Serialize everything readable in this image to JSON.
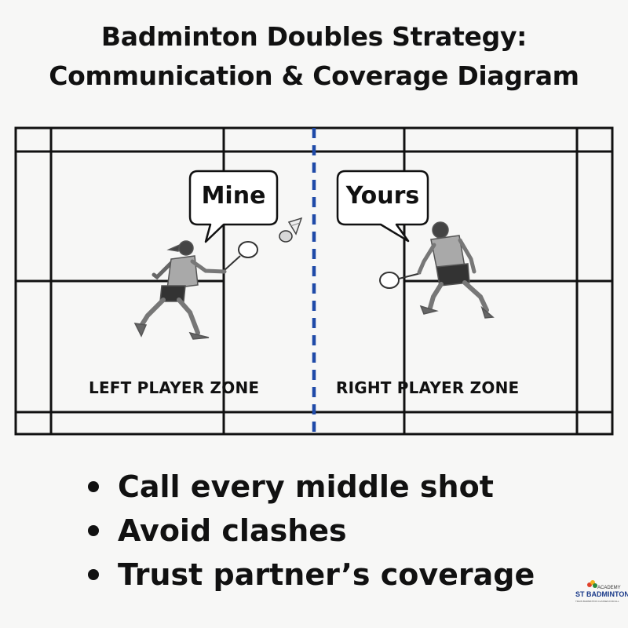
{
  "title": {
    "line1": "Badminton Doubles Strategy:",
    "line2": "Communication & Coverage Diagram"
  },
  "court": {
    "divider_color": "#1f4aa8",
    "line_color": "#111111",
    "left_zone_label": "LEFT PLAYER ZONE",
    "right_zone_label": "RIGHT PLAYER ZONE"
  },
  "speech": {
    "left": "Mine",
    "right": "Yours"
  },
  "bullets": [
    "Call every middle shot",
    "Avoid clashes",
    "Trust partner’s coverage"
  ],
  "logo": {
    "line1": "ACADEMY",
    "line2": "ST BADMINTON",
    "line3": "TRAIN BADMINTON CLASSES FOR ALL"
  }
}
